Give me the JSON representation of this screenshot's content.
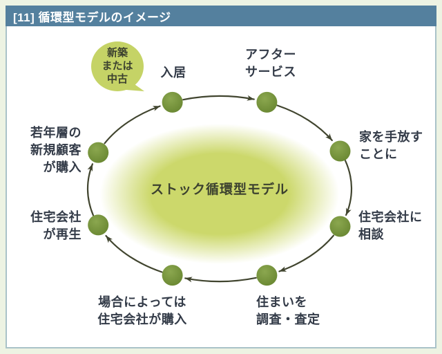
{
  "header": {
    "title": "[11] 循環型モデルのイメージ"
  },
  "center": {
    "label": "ストック循環型モデル"
  },
  "callout": {
    "label": "新築または中古",
    "lines": [
      "新築",
      "または",
      "中古"
    ]
  },
  "flow": "clockwise",
  "nodes": [
    {
      "id": "move-in",
      "label": "入居",
      "lines": [
        "入居"
      ]
    },
    {
      "id": "after-service",
      "label": "アフターサービス",
      "lines": [
        "アフター",
        "サービス"
      ]
    },
    {
      "id": "let-go-of-home",
      "label": "家を手放すことに",
      "lines": [
        "家を手放す",
        "ことに"
      ]
    },
    {
      "id": "consult-housing-company",
      "label": "住宅会社に相談",
      "lines": [
        "住宅会社に",
        "相談"
      ]
    },
    {
      "id": "survey-appraise-home",
      "label": "住まいを調査・査定",
      "lines": [
        "住まいを",
        "調査・査定"
      ]
    },
    {
      "id": "company-may-purchase",
      "label": "場合によっては住宅会社が購入",
      "lines": [
        "場合によっては",
        "住宅会社が購入"
      ]
    },
    {
      "id": "company-renovates",
      "label": "住宅会社が再生",
      "lines": [
        "住宅会社",
        "が再生"
      ]
    },
    {
      "id": "young-customers-purchase",
      "label": "若年層の新規顧客が購入",
      "lines": [
        "若年層の",
        "新規顧客",
        "が購入"
      ]
    }
  ],
  "colors": {
    "page_bg": "#edf3e3",
    "header_bg": "#54809e",
    "title_text": "#ffffff",
    "panel_border": "#a9c2c8",
    "arc": "#41452f",
    "node_light": "#8ba74f",
    "node_dark": "#66842f",
    "blob": "#ccd86b",
    "bubble": "#c5d366",
    "label": "#333b48",
    "center_text": "#3c412f"
  }
}
